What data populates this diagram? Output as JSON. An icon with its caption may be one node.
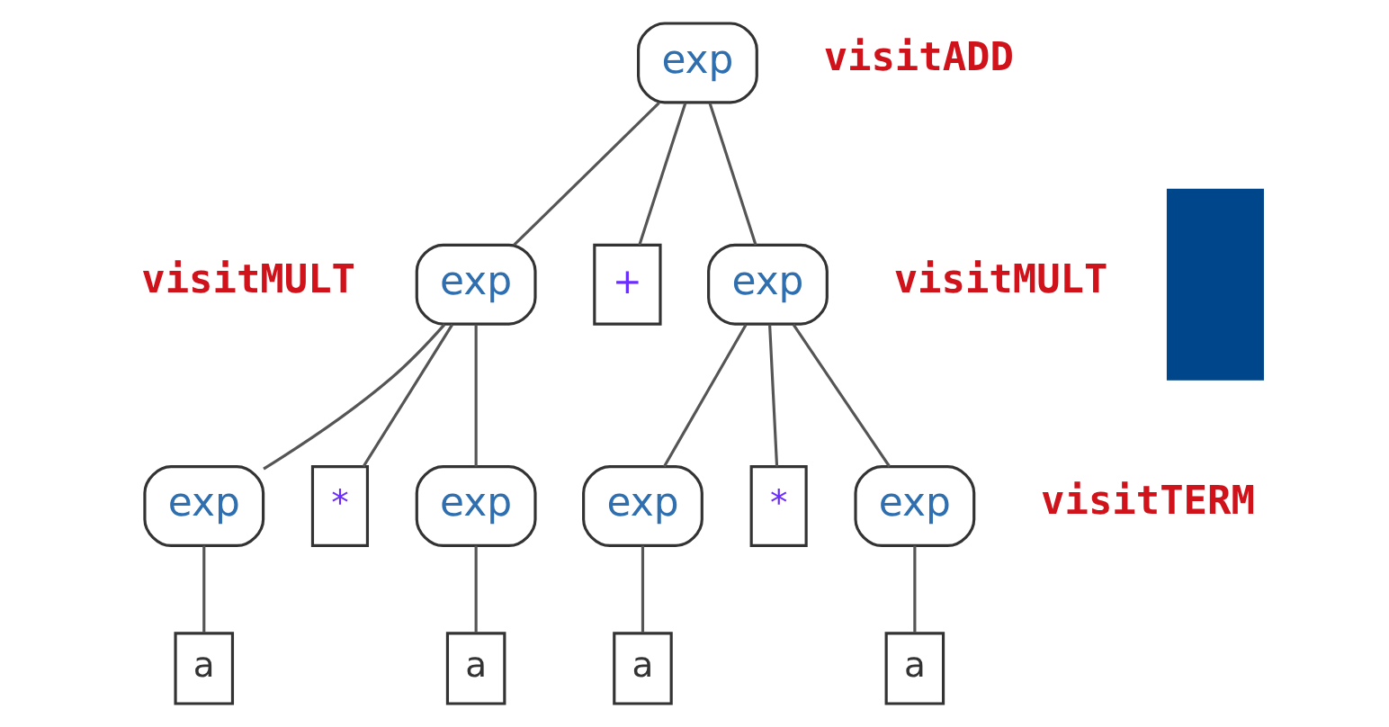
{
  "diagram": {
    "nodes": [
      {
        "text": [
          "exp"
        ],
        "beside": [
          "visitADD"
        ]
      },
      {
        "text": [
          "exp"
        ],
        "beside": [
          "visitMULT"
        ]
      },
      {
        "text": [
          "+"
        ]
      },
      {
        "text": [
          "exp"
        ],
        "beside": [
          "visitMULT"
        ]
      },
      {
        "text": [
          "exp"
        ]
      },
      {
        "text": [
          "*"
        ]
      },
      {
        "text": [
          "exp"
        ]
      },
      {
        "text": [
          "exp"
        ]
      },
      {
        "text": [
          "*"
        ]
      },
      {
        "text": [
          "exp"
        ],
        "beside": [
          "visitTERM"
        ]
      },
      {
        "text": [
          "a"
        ]
      },
      {
        "text": [
          "a"
        ]
      },
      {
        "text": [
          "a"
        ]
      },
      {
        "text": [
          "a"
        ]
      },
      {
        "text": [],
        "shape": "box"
      }
    ],
    "edges": [
      {
        "from": 0,
        "to": 1,
        "arrow": "none"
      },
      {
        "from": 0,
        "to": 2,
        "arrow": "none"
      },
      {
        "from": 0,
        "to": 3,
        "arrow": "none"
      },
      {
        "from": 1,
        "to": 4,
        "arrow": "none"
      },
      {
        "from": 1,
        "to": 5,
        "arrow": "none"
      },
      {
        "from": 1,
        "to": 6,
        "arrow": "none"
      },
      {
        "from": 3,
        "to": 7,
        "arrow": "none"
      },
      {
        "from": 3,
        "to": 8,
        "arrow": "none"
      },
      {
        "from": 3,
        "to": 9,
        "arrow": "none"
      },
      {
        "from": 4,
        "to": 10,
        "arrow": "none"
      },
      {
        "from": 6,
        "to": 11,
        "arrow": "none"
      },
      {
        "from": 7,
        "to": 12,
        "arrow": "none"
      },
      {
        "from": 9,
        "to": 13,
        "arrow": "none"
      }
    ]
  }
}
